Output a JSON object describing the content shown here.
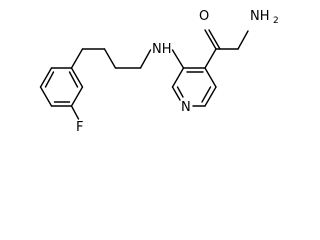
{
  "atoms": {
    "oxygen": "O",
    "amide_n": "NH",
    "amide_subscript": "2",
    "amine": "NH",
    "pyridine_n": "N",
    "fluorine": "F"
  }
}
